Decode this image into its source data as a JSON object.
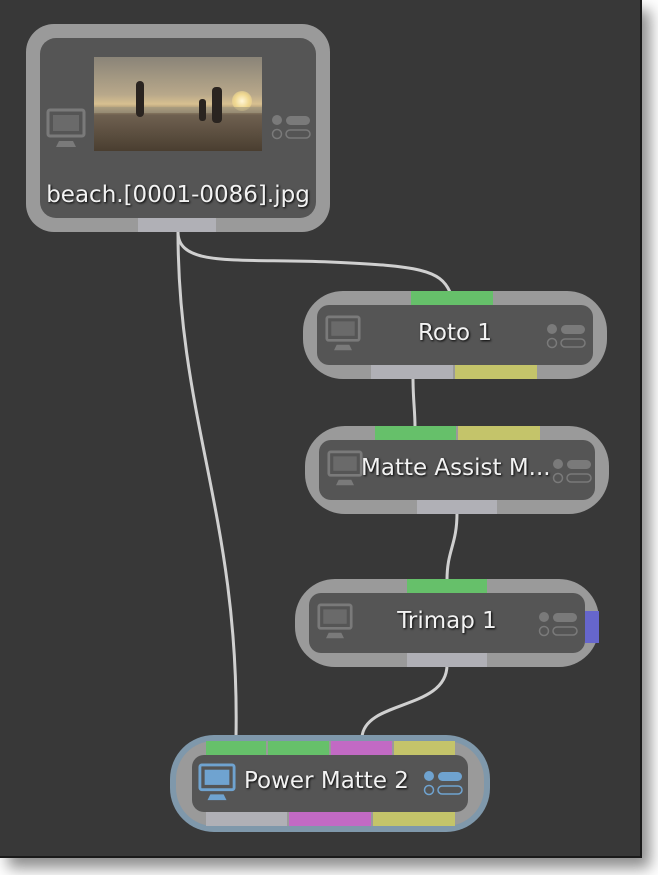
{
  "colors": {
    "canvas_bg": "#383838",
    "node_frame": "#9a9a9a",
    "node_body": "#555555",
    "selected_frame": "#7f98ab",
    "port_input_gray": "#b0b0b6",
    "port_green": "#66c06a",
    "port_yellow": "#c4c46a",
    "port_magenta": "#c26ac4",
    "port_blue": "#6666cc",
    "wire": "#d0d0d0",
    "icon_gray": "#7a7a7a",
    "icon_selected": "#6fa3d0"
  },
  "nodes": [
    {
      "id": "beach",
      "label": "beach.[0001-0086].jpg",
      "type": "read",
      "icon": "monitor-icon",
      "has_thumbnail": true,
      "thumbnail": "beach-sunset-family-running"
    },
    {
      "id": "roto1",
      "label": "Roto 1",
      "icon": "monitor-icon"
    },
    {
      "id": "matte_assist",
      "label": "Matte Assist M...",
      "icon": "monitor-icon"
    },
    {
      "id": "trimap1",
      "label": "Trimap 1",
      "icon": "monitor-icon"
    },
    {
      "id": "power_matte2",
      "label": "Power Matte 2",
      "icon": "monitor-icon",
      "selected": true
    }
  ],
  "connections": [
    {
      "from": "beach",
      "to": "roto1"
    },
    {
      "from": "beach",
      "to": "power_matte2"
    },
    {
      "from": "roto1",
      "to": "matte_assist"
    },
    {
      "from": "matte_assist",
      "to": "trimap1"
    },
    {
      "from": "trimap1",
      "to": "power_matte2"
    }
  ]
}
